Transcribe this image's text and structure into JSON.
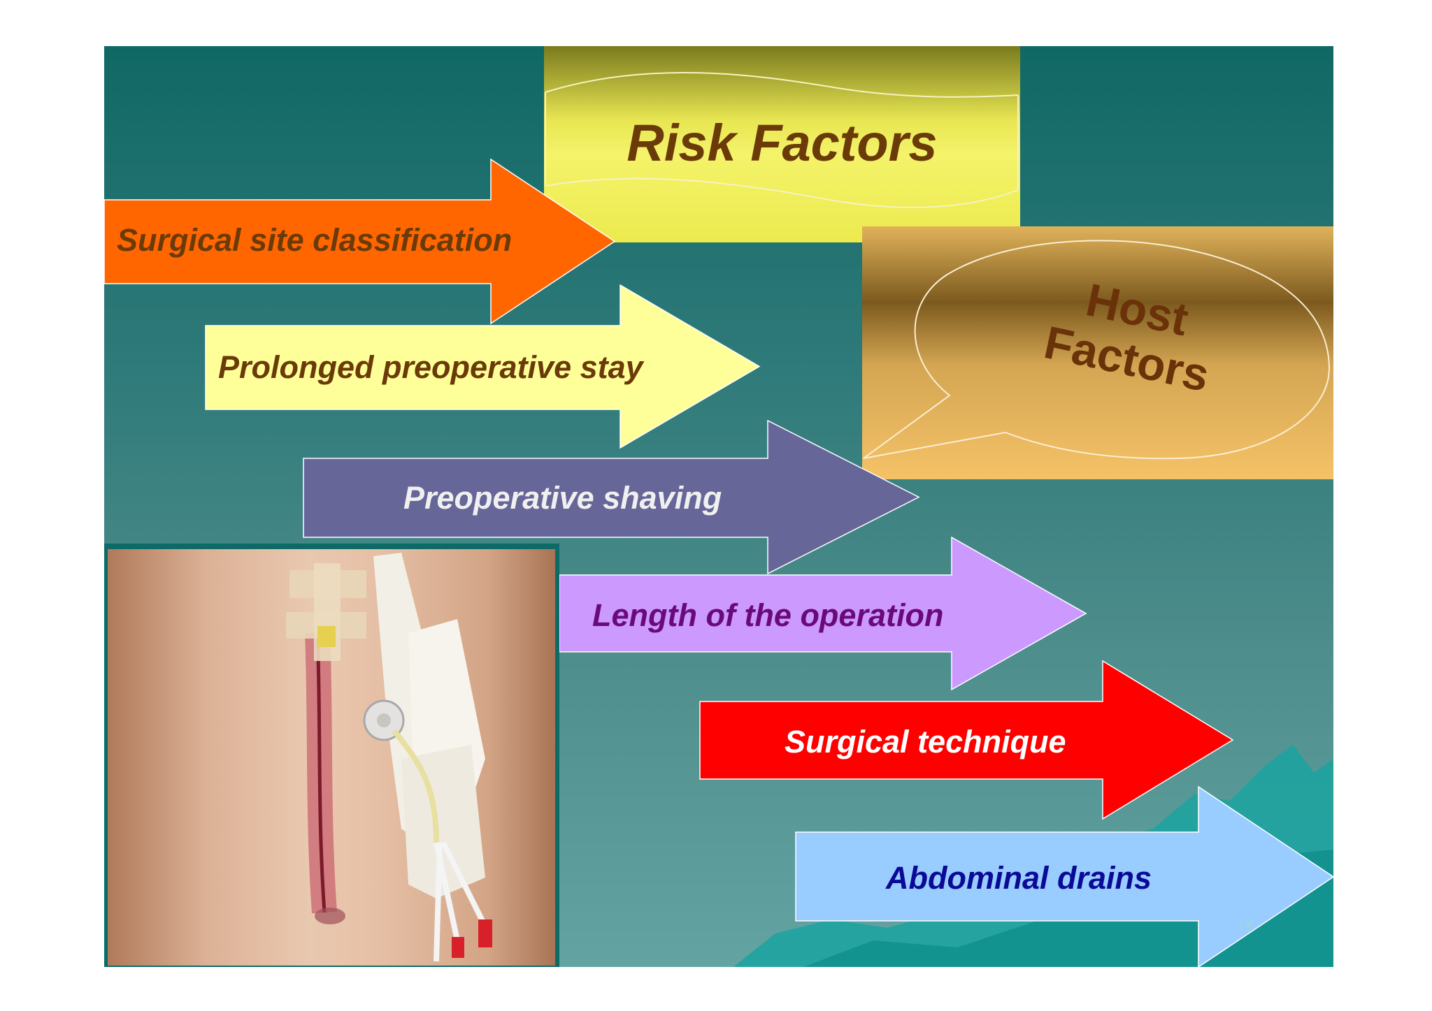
{
  "slide": {
    "title": "Risk Factors",
    "host_callout": {
      "line1": "Host",
      "line2": "Factors"
    },
    "arrows": [
      {
        "label": "Surgical site classification",
        "fill": "#ff6600",
        "text_color": "#6a3a08"
      },
      {
        "label": "Prolonged preoperative stay",
        "fill": "#ffff99",
        "text_color": "#6a3a08"
      },
      {
        "label": "Preoperative shaving",
        "fill": "#666699",
        "text_color": "#f0f0f0"
      },
      {
        "label": "Length of the operation",
        "fill": "#cc99ff",
        "text_color": "#6a0a78"
      },
      {
        "label": "Surgical technique",
        "fill": "#ff0000",
        "text_color": "#ffffff"
      },
      {
        "label": "Abdominal drains",
        "fill": "#99ccff",
        "text_color": "#0a0a96"
      }
    ],
    "page_number": "١٢"
  }
}
